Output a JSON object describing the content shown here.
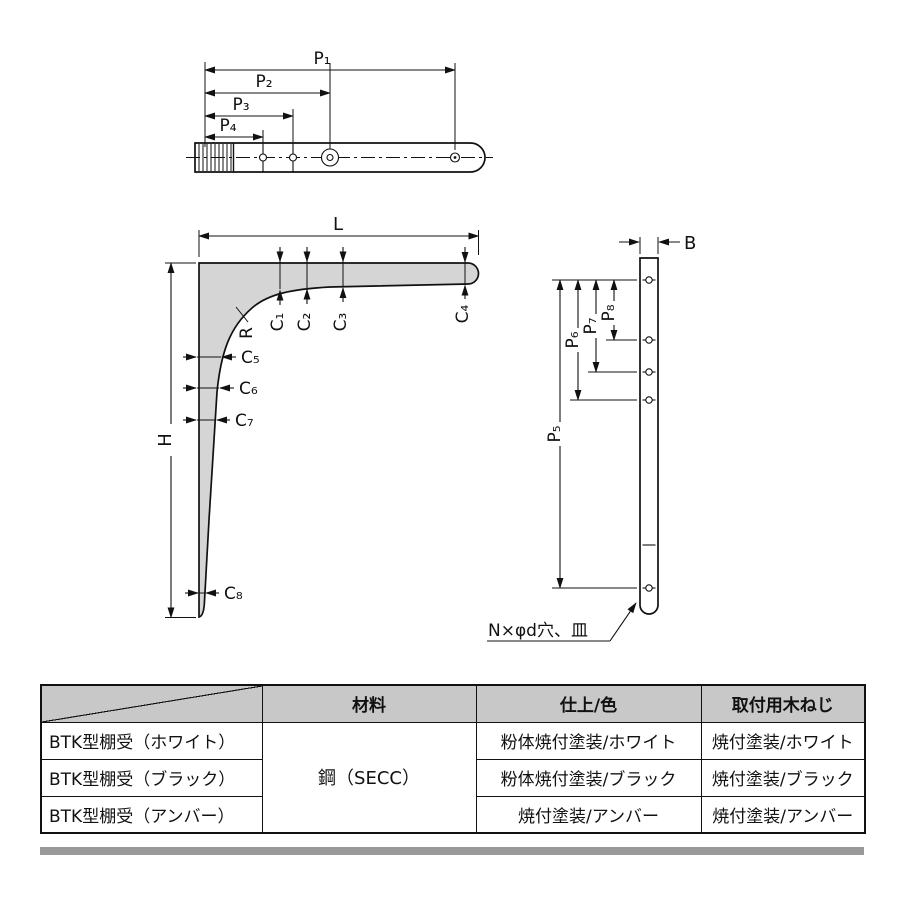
{
  "drawing": {
    "top_view": {
      "dims": {
        "p1": "P₁",
        "p2": "P₂",
        "p3": "P₃",
        "p4": "P₄"
      }
    },
    "front_view": {
      "dims": {
        "l": "L",
        "h": "H",
        "r": "R",
        "c1": "C₁",
        "c2": "C₂",
        "c3": "C₃",
        "c4": "C₄",
        "c5": "C₅",
        "c6": "C₆",
        "c7": "C₇",
        "c8": "C₈"
      }
    },
    "side_view": {
      "dims": {
        "b": "B",
        "p5": "P₅",
        "p6": "P₆",
        "p7": "P₇",
        "p8": "P₈"
      },
      "note": "N×φd穴、皿"
    }
  },
  "table": {
    "headers": {
      "material": "材料",
      "finish": "仕上/色",
      "screw": "取付用木ねじ"
    },
    "material_value": "鋼（SECC）",
    "rows": [
      {
        "product": "BTK型棚受（ホワイト）",
        "finish": "粉体焼付塗装/ホワイト",
        "screw": "焼付塗装/ホワイト"
      },
      {
        "product": "BTK型棚受（ブラック）",
        "finish": "粉体焼付塗装/ブラック",
        "screw": "焼付塗装/ブラック"
      },
      {
        "product": "BTK型棚受（アンバー）",
        "finish": "焼付塗装/アンバー",
        "screw": "焼付塗装/アンバー"
      }
    ]
  },
  "colors": {
    "line": "#111111",
    "bracket_fill": "#d5d5d5",
    "header_bg": "#c8c8c8",
    "bottom_bar": "#999999"
  }
}
